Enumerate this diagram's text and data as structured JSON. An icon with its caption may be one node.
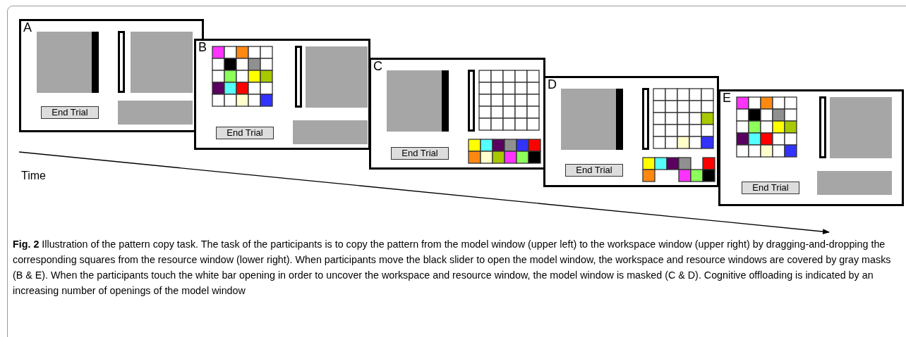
{
  "diagram": {
    "caption": "**Fig. 2** Illustration of the pattern copy task. The task of the participants is to copy the pattern from the model window (upper left) to the workspace window (upper right) by dragging-and-dropping the corresponding squares from the resource window (lower right). When participants move the black slider to open the model window, the workspace and resource windows are covered by gray masks (B & E). When the participants touch the white bar opening in order to uncover the workspace and resource window, the model window is masked (C & D). Cognitive offloading is indicated by an increasing number of openings of the model window",
    "nodes": [
      {
        "text": [
          "A"
        ]
      },
      {
        "text": [
          "End Trial"
        ],
        "in": 0
      },
      {
        "text": [
          "B"
        ]
      },
      {
        "text": [
          "End Trial"
        ],
        "in": 2
      },
      {
        "text": [
          "C"
        ]
      },
      {
        "text": [
          "End Trial"
        ],
        "in": 4
      },
      {
        "text": [
          "D"
        ]
      },
      {
        "text": [
          "End Trial"
        ],
        "in": 6
      },
      {
        "text": [
          "E"
        ]
      },
      {
        "text": [
          "End Trial"
        ],
        "in": 8
      }
    ],
    "edges": [],
    "labels": [
      "Time"
    ]
  }
}
